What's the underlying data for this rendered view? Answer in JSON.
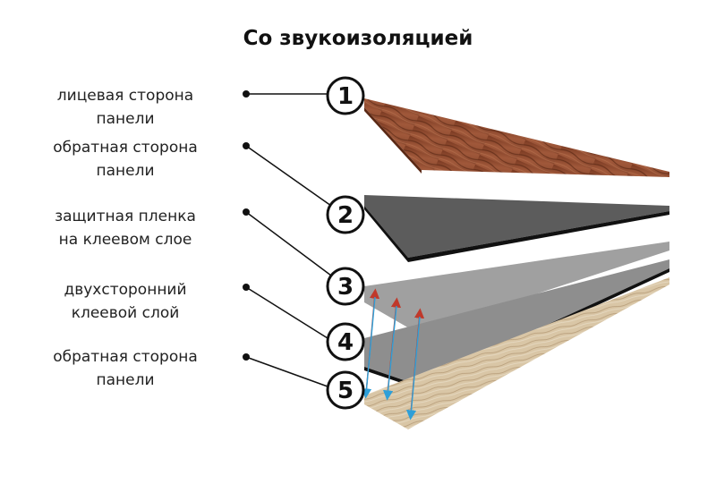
{
  "title": "Со звукоизоляцией",
  "labels": [
    {
      "line1": "лицевая сторона",
      "line2": "панели"
    },
    {
      "line1": "обратная сторона",
      "line2": "панели"
    },
    {
      "line1": "защитная пленка",
      "line2": "на клеевом слое"
    },
    {
      "line1": "двухсторонний",
      "line2": "клеевой слой"
    },
    {
      "line1": "обратная сторона",
      "line2": "панели"
    }
  ],
  "markers": [
    "1",
    "2",
    "3",
    "4",
    "5"
  ],
  "colors": {
    "wood_face": "#8b4a30",
    "dark_film": "#5a5a5a",
    "gray_layer": "#9a9a9a",
    "light_wood": "#d8c4a4",
    "arrow_red": "#c0392b",
    "arrow_blue": "#2e9fd8"
  }
}
